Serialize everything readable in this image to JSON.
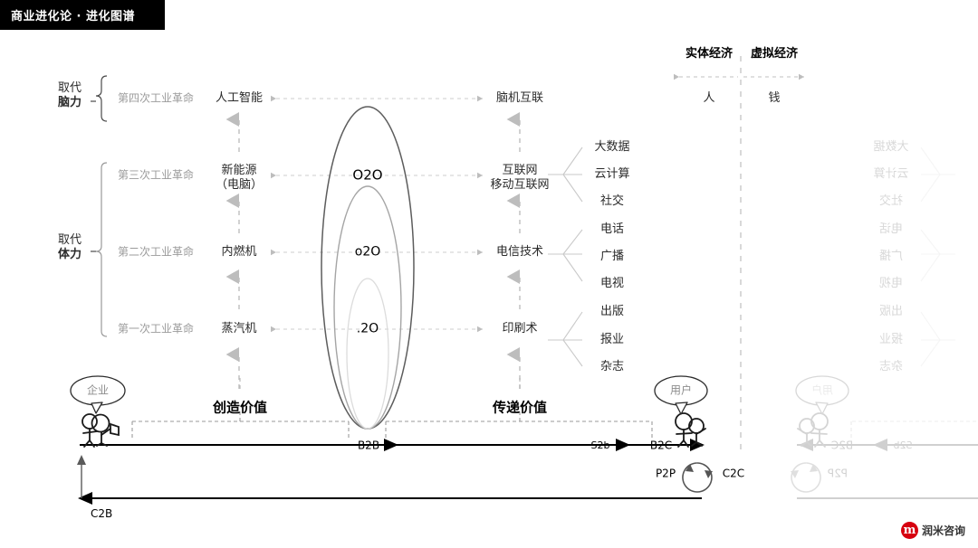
{
  "title": "商业进化论 · 进化图谱",
  "left_axis": {
    "groups": [
      {
        "line1": "取代",
        "line2": "脑力"
      },
      {
        "line1": "取代",
        "line2": "体力"
      }
    ]
  },
  "revolutions": [
    "第四次工业革命",
    "第三次工业革命",
    "第二次工业革命",
    "第一次工业革命"
  ],
  "create_tech": [
    {
      "line1": "人工智能",
      "line2": ""
    },
    {
      "line1": "新能源",
      "line2": "（电脑）"
    },
    {
      "line1": "内燃机",
      "line2": ""
    },
    {
      "line1": "蒸汽机",
      "line2": ""
    }
  ],
  "deliver_tech": [
    {
      "line1": "脑机互联",
      "line2": ""
    },
    {
      "line1": "互联网",
      "line2": "移动互联网"
    },
    {
      "line1": "电信技术",
      "line2": ""
    },
    {
      "line1": "印刷术",
      "line2": ""
    }
  ],
  "deliver_sub": [
    "大数据",
    "云计算",
    "社交",
    "电话",
    "广播",
    "电视",
    "出版",
    "报业",
    "杂志"
  ],
  "ellipses": [
    {
      "label": "O2O"
    },
    {
      "label": "o2O"
    },
    {
      "label": ".2O"
    }
  ],
  "economy": {
    "real_label": "实体经济",
    "virtual_label": "虚拟经济",
    "real_unit": "人",
    "virtual_unit": "钱"
  },
  "value_chain": {
    "create_value": "创造价值",
    "deliver_value": "传递价值"
  },
  "actors": {
    "enterprise": "企业",
    "user": "用户"
  },
  "flows": {
    "b2b": "B2B",
    "s2b": "S2b",
    "b2c": "B2C",
    "p2p": "P2P",
    "c2c": "C2C",
    "c2b": "C2B"
  },
  "logo": {
    "mark": "m",
    "text": "润米咨询"
  },
  "colors": {
    "accent": "#d6000f",
    "grey": "#9b9b9b",
    "dark": "#2b2b2b"
  }
}
